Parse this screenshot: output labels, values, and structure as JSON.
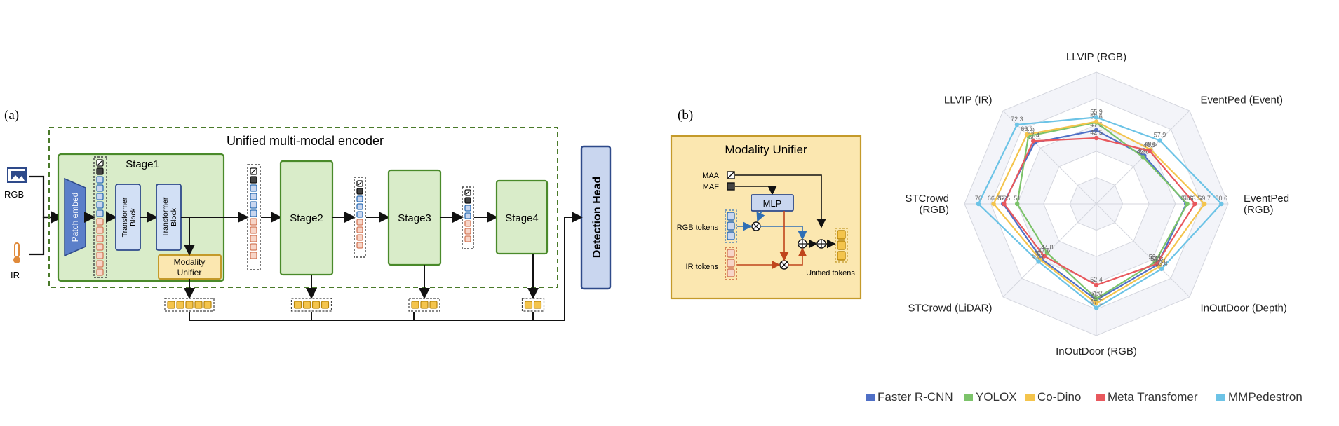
{
  "panel_a": {
    "label": "(a)",
    "encoder_title": "Unified multi-modal encoder",
    "input_rgb": "RGB",
    "input_ir": "IR",
    "stage1": "Stage1",
    "patch_embed": "Patch embed",
    "transformer_block": "Transformer Block",
    "ellipsis": "···",
    "modality_unifier": "Modality Unifier",
    "stage2": "Stage2",
    "stage3": "Stage3",
    "stage4": "Stage4",
    "detection_head": "Detection Head"
  },
  "panel_b": {
    "label": "(b)",
    "title": "Modality Unifier",
    "maa": "MAA",
    "maf": "MAF",
    "mlp": "MLP",
    "rgb_tokens": "RGB tokens",
    "ir_tokens": "IR tokens",
    "unified_tokens": "Unified tokens"
  },
  "colors": {
    "faster_rcnn": "#4f6fc6",
    "yolox": "#7cc36a",
    "codino": "#f4c44c",
    "meta": "#e8585d",
    "mmpedestron": "#6cc3e6",
    "stage_fill": "#d9ecc9",
    "stage_border": "#4a8a2a",
    "head_fill": "#c9d6ef",
    "head_border": "#2e4a8a",
    "unifier_fill": "#fbe7b0",
    "unifier_border": "#c49a2a"
  },
  "chart_data": {
    "type": "radar",
    "axes": [
      "LLVIP (RGB)",
      "EventPed (Event)",
      "EventPed (RGB)",
      "InOutDoor (Depth)",
      "InOutDoor (RGB)",
      "STCrowd (LiDAR)",
      "STCrowd (RGB)",
      "LLVIP (IR)"
    ],
    "axis_label_lines": [
      [
        "LLVIP (RGB)"
      ],
      [
        "EventPed (Event)"
      ],
      [
        "EventPed",
        "(RGB)"
      ],
      [
        "InOutDoor (Depth)"
      ],
      [
        "InOutDoor (RGB)"
      ],
      [
        "STCrowd (LiDAR)"
      ],
      [
        "STCrowd",
        "(RGB)"
      ],
      [
        "LLVIP (IR)"
      ]
    ],
    "series": [
      {
        "name": "Faster R-CNN",
        "color": "#4f6fc6",
        "values": [
          47.5,
          43.8,
          58,
          55.6,
          62,
          50.1,
          60,
          56.1
        ]
      },
      {
        "name": "YOLOX",
        "color": "#7cc36a",
        "values": [
          52.6,
          42.6,
          58.6,
          53.4,
          61.2,
          44.8,
          51,
          61.9
        ]
      },
      {
        "name": "Co-Dino",
        "color": "#f4c44c",
        "values": [
          53.1,
          49.5,
          69.7,
          57.3,
          64.2,
          51,
          66.2,
          63.3
        ]
      },
      {
        "name": "Meta Transfomer",
        "color": "#e8585d",
        "values": [
          42.5,
          48.5,
          63.5,
          54.9,
          52.4,
          47.6,
          59.5,
          57.4
        ]
      },
      {
        "name": "MMPedestron",
        "color": "#6cc3e6",
        "values": [
          55.9,
          57.9,
          80.6,
          59.4,
          67.1,
          52.7,
          76,
          72.3
        ]
      }
    ],
    "legend_position": "bottom"
  }
}
